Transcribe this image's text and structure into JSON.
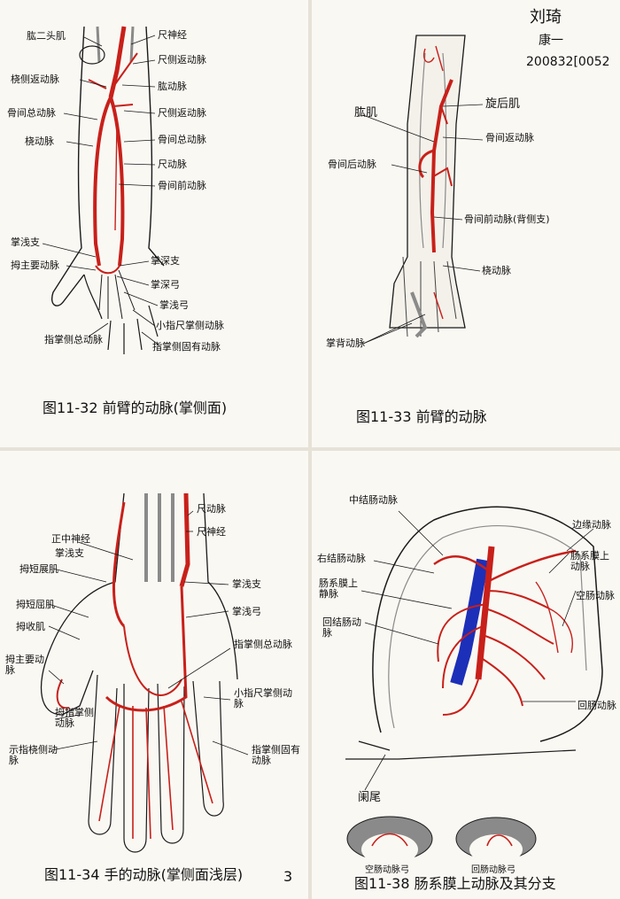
{
  "header": {
    "name": "刘琦",
    "class_name": "康一",
    "student_id": "200832[0052"
  },
  "figure_11_32": {
    "caption": "图11-32 前臂的动脉(掌侧面)",
    "labels": {
      "biceps": "肱二头肌",
      "ulnar_nerve": "尺神经",
      "ulnar_recurrent": "尺侧返动脉",
      "radial_recurrent": "桡侧返动脉",
      "brachial": "肱动脉",
      "common_interosseous": "骨间总动脉",
      "radial": "桡动脉",
      "ulnar_collateral": "尺侧返动脉",
      "interosseous_common2": "骨间总动脉",
      "ulnar_artery": "尺动脉",
      "anterior_interosseous": "骨间前动脉",
      "palmar_branch": "掌浅支",
      "thumb_artery": "拇主要动脉",
      "palmar_branch2": "掌深支",
      "deep_arch": "掌深弓",
      "superficial_arch": "掌浅弓",
      "common_digital": "指掌侧总动脉",
      "little_finger": "小指尺掌侧动脉",
      "proper_digital": "指掌侧固有动脉"
    }
  },
  "figure_11_33": {
    "caption": "图11-33 前臂的动脉",
    "labels": {
      "brachialis": "肱肌",
      "brachioradialis": "旋后肌",
      "post_interosseous": "骨间返动脉",
      "interosseous_recurrent": "骨间后动脉",
      "ant_interosseous": "骨间前动脉(背侧支)",
      "radial_artery": "桡动脉",
      "dorsal_metacarpal": "掌背动脉"
    }
  },
  "figure_11_34": {
    "caption": "图11-34 手的动脉(掌侧面浅层)",
    "page_no": "3",
    "labels": {
      "ulnar_artery": "尺动脉",
      "ulnar_nerve": "尺神经",
      "median_nerve": "正中神经",
      "palmar_branch": "掌浅支",
      "pollicis_brevis": "拇短展肌",
      "pollicis_flexor": "拇短屈肌",
      "adductor": "拇收肌",
      "superficial_palmar": "掌浅支",
      "superficial_arch": "掌浅弓",
      "princeps_pollicis": "拇主要动脉",
      "common_palmar_digital": "指掌侧总动脉",
      "thumb_palmar": "拇指掌侧动脉",
      "little_finger_ulnar": "小指尺掌侧动脉",
      "index_radial": "示指桡侧动脉",
      "proper_palmar_digital": "指掌侧固有动脉"
    }
  },
  "figure_11_38": {
    "caption": "图11-38 肠系膜上动脉及其分支",
    "labels": {
      "middle_colic": "中结肠动脉",
      "marginal": "边缘动脉",
      "right_colic": "右结肠动脉",
      "sma": "肠系膜上动脉",
      "sma_vein": "肠系膜上静脉",
      "jejunal": "空肠动脉",
      "ileocolic": "回结肠动脉",
      "ileal": "回肠动脉",
      "cecum": "阑尾",
      "jejunal_small": "空肠动脉弓",
      "ileal_small": "回肠动脉弓"
    }
  },
  "colors": {
    "artery": "#c8201a",
    "vein": "#1c2fb8",
    "ink": "#1a1a1a",
    "pencil": "#8a8a8a"
  }
}
